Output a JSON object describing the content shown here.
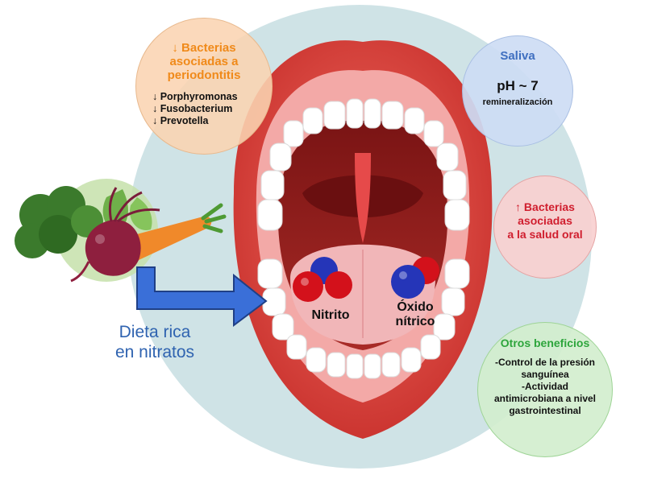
{
  "bacteria_bubble": {
    "title_line1": "↓ Bacterias",
    "title_line2": "asociadas a",
    "title_line3": "periodontitis",
    "items": [
      "↓ Porphyromonas",
      "↓ Fusobacterium",
      "↓ Prevotella"
    ]
  },
  "saliva_bubble": {
    "title": "Saliva",
    "ph": "pH ~ 7",
    "remineralization": "remineralización"
  },
  "oral_health_bubble": {
    "line1": "↑ Bacterias",
    "line2": "asociadas",
    "line3": "a la salud oral"
  },
  "other_benefits_bubble": {
    "title": "Otros beneficios",
    "line1": "-Control de la presión",
    "line2": "sanguínea",
    "line3": "-Actividad",
    "line4": "antimicrobiana a nivel",
    "line5": "gastrointestinal"
  },
  "diet": {
    "line1": "Dieta rica",
    "line2": "en nitratos"
  },
  "molecules": {
    "nitrite": "Nitrito",
    "nitric_oxide_line1": "Óxido",
    "nitric_oxide_line2": "nítrico"
  },
  "colors": {
    "background_circle": "#cfe3e6",
    "lips": "#e24a4a",
    "mouth_interior": "#9e1f1f",
    "tongue": "#f1b6b8",
    "teeth": "#ffffff",
    "arrow_fill": "#3a6fd8",
    "arrow_stroke": "#1f3f86",
    "nitrogen": "#2535b8",
    "oxygen": "#d3111b"
  }
}
